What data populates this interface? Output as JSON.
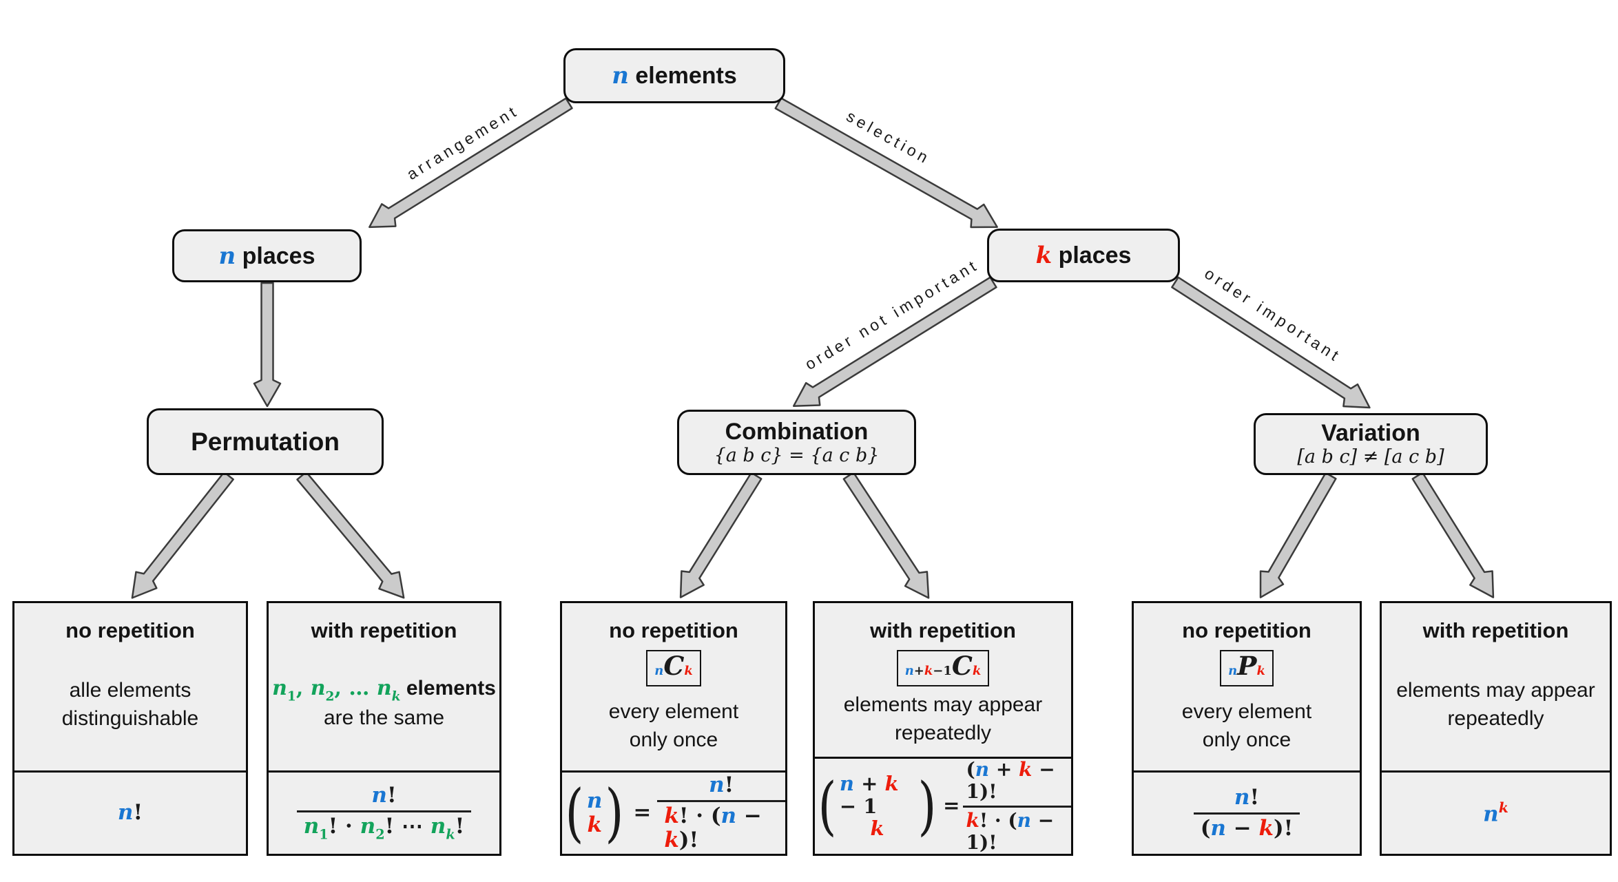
{
  "colors": {
    "blue": "#1976d2",
    "red": "#ed1c0b",
    "green": "#13a35b",
    "box_fill": "#efefef",
    "arrow_fill": "#cbcbcb"
  },
  "root": {
    "title": [
      {
        "t": "n",
        "c": "blue",
        "cls": "v m"
      },
      {
        "t": " elements"
      }
    ]
  },
  "edges": {
    "arrangement": "arrangement",
    "selection": "selection",
    "order_not_important": "order not important",
    "order_important": "order important"
  },
  "level2": {
    "n_places": {
      "title": [
        {
          "t": "n",
          "c": "blue",
          "cls": "v m"
        },
        {
          "t": " places"
        }
      ]
    },
    "k_places": {
      "title": [
        {
          "t": "k",
          "c": "red",
          "cls": "v m"
        },
        {
          "t": " places"
        }
      ]
    }
  },
  "level3": {
    "permutation": {
      "title": "Permutation"
    },
    "combination": {
      "title": "Combination",
      "subtitle": "{a b c} = {a c b}"
    },
    "variation": {
      "title": "Variation",
      "subtitle": "[a b c] ≠ [a c b]"
    }
  },
  "leaves": [
    {
      "heading": "no repetition",
      "desc": [
        "alle elements",
        "distinguishable"
      ],
      "formula_tokens": [
        {
          "t": "n",
          "c": "blue",
          "cls": "v"
        },
        {
          "t": "!"
        }
      ]
    },
    {
      "heading": "with repetition",
      "desc_tokens": [
        {
          "t": "n",
          "c": "green",
          "cls": "v"
        },
        {
          "t": "1",
          "c": "green",
          "cls": "sub"
        },
        {
          "t": ", ",
          "c": "green"
        },
        {
          "t": "n",
          "c": "green",
          "cls": "v"
        },
        {
          "t": "2",
          "c": "green",
          "cls": "sub"
        },
        {
          "t": ", … ",
          "c": "green"
        },
        {
          "t": "n",
          "c": "green",
          "cls": "v"
        },
        {
          "t": "k",
          "c": "green",
          "cls": "v sub"
        },
        {
          "t": " elements",
          "cls": "tx"
        }
      ],
      "desc2": "are the same",
      "frac": {
        "num": [
          {
            "t": "n",
            "c": "blue",
            "cls": "v"
          },
          {
            "t": "!"
          }
        ],
        "den": [
          {
            "t": "n",
            "c": "green",
            "cls": "v"
          },
          {
            "t": "1",
            "c": "green",
            "cls": "sub"
          },
          {
            "t": "! · "
          },
          {
            "t": "n",
            "c": "green",
            "cls": "v"
          },
          {
            "t": "2",
            "c": "green",
            "cls": "sub"
          },
          {
            "t": "! ⋯ "
          },
          {
            "t": "n",
            "c": "green",
            "cls": "v"
          },
          {
            "t": "k",
            "c": "green",
            "cls": "v sub"
          },
          {
            "t": "!"
          }
        ]
      }
    },
    {
      "heading": "no repetition",
      "badge": [
        {
          "t": "n",
          "c": "blue",
          "cls": "v sub"
        },
        {
          "t": "C",
          "cls": "v big"
        },
        {
          "t": "k",
          "c": "red",
          "cls": "v sub"
        }
      ],
      "desc": [
        "every element",
        "only once"
      ],
      "binom": {
        "top": [
          {
            "t": "n",
            "c": "blue",
            "cls": "v"
          }
        ],
        "bottom": [
          {
            "t": "k",
            "c": "red",
            "cls": "v"
          }
        ]
      },
      "eq": "=",
      "frac": {
        "num": [
          {
            "t": "n",
            "c": "blue",
            "cls": "v"
          },
          {
            "t": "!"
          }
        ],
        "den": [
          {
            "t": "k",
            "c": "red",
            "cls": "v"
          },
          {
            "t": "! · ("
          },
          {
            "t": "n",
            "c": "blue",
            "cls": "v"
          },
          {
            "t": " − "
          },
          {
            "t": "k",
            "c": "red",
            "cls": "v"
          },
          {
            "t": ")!"
          }
        ]
      }
    },
    {
      "heading": "with repetition",
      "badge": [
        {
          "t": "n",
          "c": "blue",
          "cls": "v sub"
        },
        {
          "t": "+",
          "cls": "sub"
        },
        {
          "t": "k",
          "c": "red",
          "cls": "v sub"
        },
        {
          "t": "−1",
          "cls": "sub"
        },
        {
          "t": "C",
          "cls": "v big"
        },
        {
          "t": "k",
          "c": "red",
          "cls": "v sub"
        }
      ],
      "desc": [
        "elements may appear",
        "repeatedly"
      ],
      "binom": {
        "top": [
          {
            "t": "n",
            "c": "blue",
            "cls": "v"
          },
          {
            "t": " + "
          },
          {
            "t": "k",
            "c": "red",
            "cls": "v"
          },
          {
            "t": " − 1"
          }
        ],
        "bottom": [
          {
            "t": "k",
            "c": "red",
            "cls": "v"
          }
        ]
      },
      "eq": "=",
      "frac": {
        "num": [
          {
            "t": "("
          },
          {
            "t": "n",
            "c": "blue",
            "cls": "v"
          },
          {
            "t": " + "
          },
          {
            "t": "k",
            "c": "red",
            "cls": "v"
          },
          {
            "t": " − 1)!"
          }
        ],
        "den": [
          {
            "t": "k",
            "c": "red",
            "cls": "v"
          },
          {
            "t": "! · ("
          },
          {
            "t": "n",
            "c": "blue",
            "cls": "v"
          },
          {
            "t": " − 1)!"
          }
        ]
      }
    },
    {
      "heading": "no repetition",
      "badge": [
        {
          "t": "n",
          "c": "blue",
          "cls": "v sub"
        },
        {
          "t": "P",
          "cls": "v big"
        },
        {
          "t": "k",
          "c": "red",
          "cls": "v sub"
        }
      ],
      "desc": [
        "every element",
        "only once"
      ],
      "frac": {
        "num": [
          {
            "t": "n",
            "c": "blue",
            "cls": "v"
          },
          {
            "t": "!"
          }
        ],
        "den": [
          {
            "t": "("
          },
          {
            "t": "n",
            "c": "blue",
            "cls": "v"
          },
          {
            "t": " − "
          },
          {
            "t": "k",
            "c": "red",
            "cls": "v"
          },
          {
            "t": ")!"
          }
        ]
      }
    },
    {
      "heading": "with repetition",
      "desc": [
        "elements may appear",
        "repeatedly"
      ],
      "formula_tokens": [
        {
          "t": "n",
          "c": "blue",
          "cls": "v"
        },
        {
          "t": "k",
          "c": "red",
          "cls": "v sup"
        }
      ]
    }
  ]
}
